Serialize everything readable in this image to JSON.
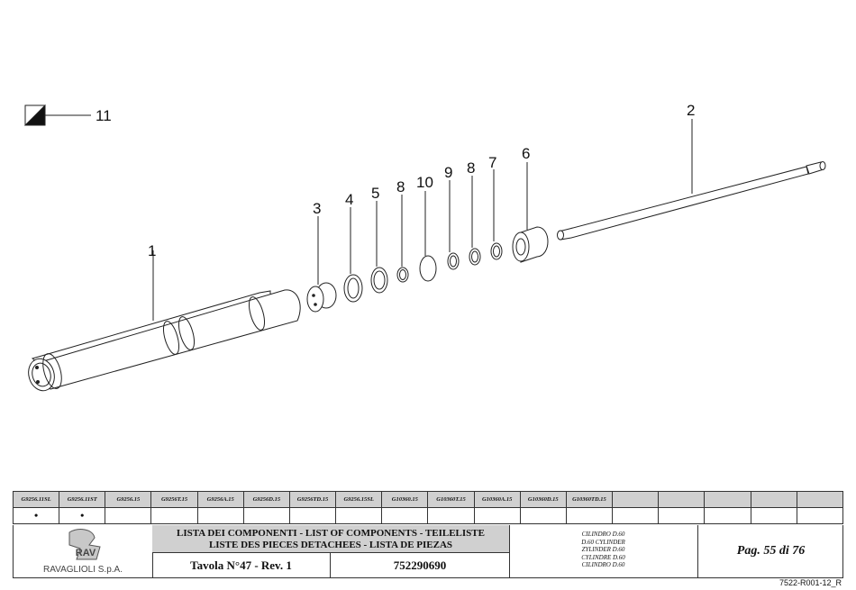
{
  "callouts": [
    "1",
    "2",
    "3",
    "4",
    "5",
    "6",
    "7",
    "8",
    "9",
    "10",
    "8",
    "11"
  ],
  "models": {
    "codes": [
      "G9256.11SL",
      "G9256.11ST",
      "G9256.15",
      "G9256T.15",
      "G9256A.15",
      "G9256D.15",
      "G9256TD.15",
      "G9256.15SL",
      "G10360.15",
      "G10360T.15",
      "G10360A.15",
      "G10360D.15",
      "G10360TD.15",
      "",
      "",
      "",
      "",
      ""
    ],
    "marks": [
      "•",
      "•",
      "",
      "",
      "",
      "",
      "",
      "",
      "",
      "",
      "",
      "",
      "",
      "",
      "",
      "",
      "",
      ""
    ]
  },
  "title": {
    "line1": "LISTA DEI COMPONENTI - LIST OF COMPONENTS - TEILELISTE",
    "line2": "LISTE DES PIECES DETACHEES - LISTA DE PIEZAS",
    "tavola": "Tavola N°47 - Rev. 1",
    "code": "752290690"
  },
  "company": "RAVAGLIOLI S.p.A.",
  "logo_text": "RAV",
  "descriptions": [
    "CILINDRO D.60",
    "D.60 CYLINDER",
    "ZYLINDER D.60",
    "CYLINDRE D.60",
    "CILINDRO D.60"
  ],
  "page": "Pag. 55 di 76",
  "drawing_number": "7522-R001-12_R"
}
